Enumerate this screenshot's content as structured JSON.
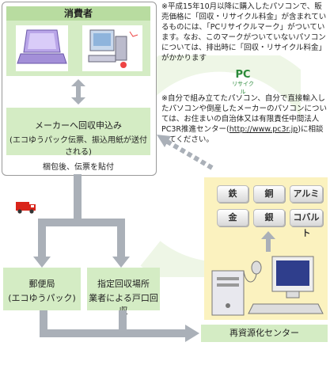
{
  "consumer": {
    "title": "消費者"
  },
  "maker_box": {
    "line1": "メーカーへ回収申込み",
    "line2": "(エコゆうパック伝票、振込用紙が送付される)",
    "footer": "梱包後、伝票を貼付"
  },
  "notes": {
    "note1": "※平成15年10月以降に購入したパソコンで、販売価格に「回収・リサイクル料金」が含まれているものには、「PCリサイクルマーク」がついています。なお、このマークがついていないパソコンについては、排出時に「回収・リサイクル料金」がかかります",
    "note2_pre": "※自分で組み立てたパソコン、自分で直接輸入したパソコンや倒産したメーカーのパソコンについては、お住まいの自治体又は有限責任中間法人PC3R推進センター(",
    "note2_link": "http://www.pc3r.jp",
    "note2_post": ")に相談してください。"
  },
  "pc_mark": {
    "logo": "PC",
    "label": "リサイクル"
  },
  "metals": [
    "鉄",
    "銅",
    "アルミ",
    "金",
    "銀",
    "コバルト"
  ],
  "post_office": {
    "line1": "郵便局",
    "line2": "(エコゆうパック)"
  },
  "designated": {
    "line1": "指定回収場所",
    "line2": "業者による戸口回収"
  },
  "recycling_center": {
    "label": "再資源化センター"
  },
  "colors": {
    "green_header": "#b8dca0",
    "green_box": "#d4ecc4",
    "cream_panel": "#fbf2bf",
    "arrow": "#aab0b8"
  }
}
